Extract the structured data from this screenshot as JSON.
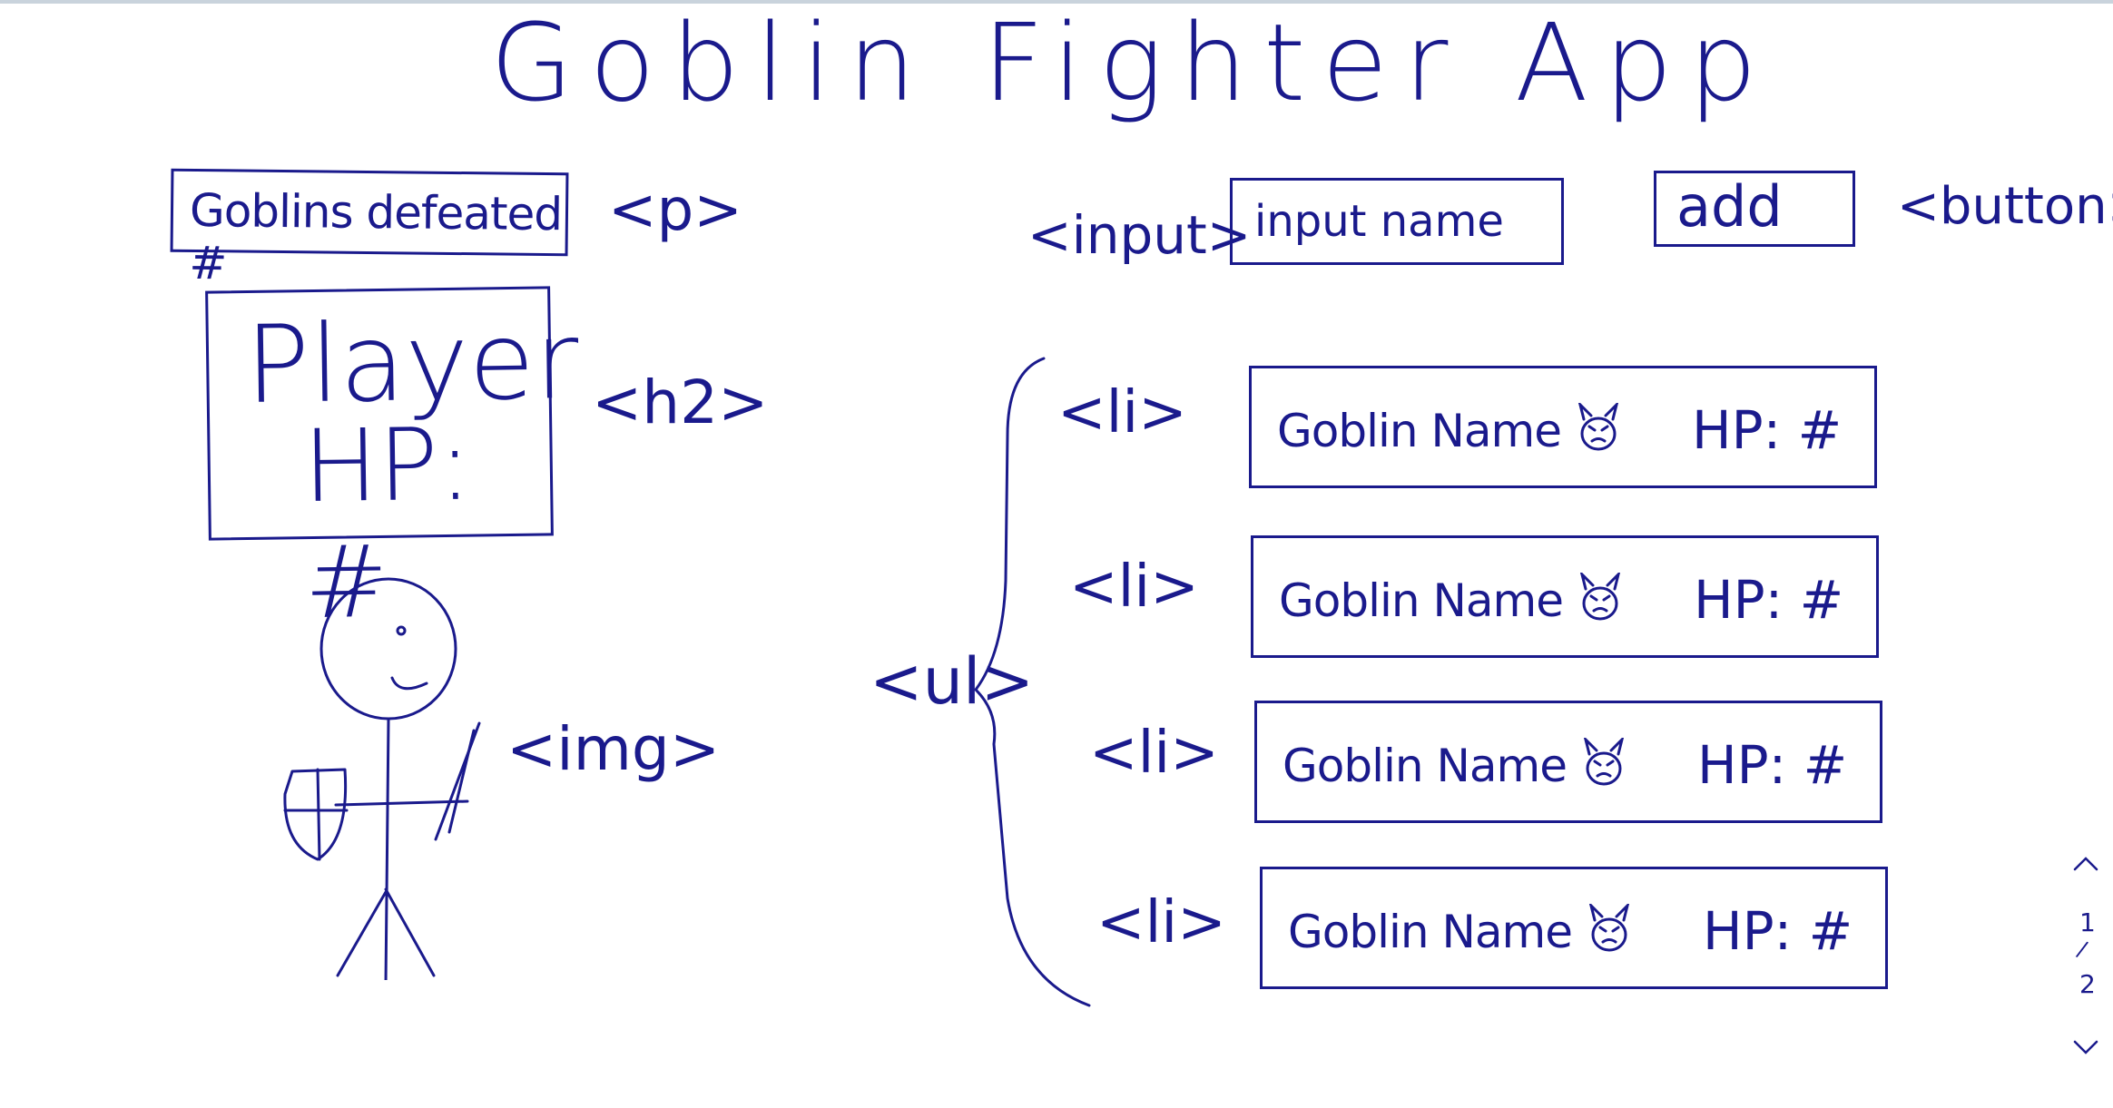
{
  "title": "Goblin Fighter App",
  "stats": {
    "goblins_defeated": "Goblins defeated #",
    "tag": "<p>"
  },
  "player": {
    "line1": "Player",
    "line2": "HP: #",
    "tag": "<h2>",
    "img_tag": "<img>"
  },
  "add_form": {
    "input_tag": "<input>",
    "input_placeholder": "input name",
    "button_label": "add",
    "button_tag": "<button>"
  },
  "goblin_list": {
    "ul_tag": "<ul>",
    "li_tag": "<li>",
    "items": [
      {
        "name": "Goblin Name",
        "hp": "HP: #"
      },
      {
        "name": "Goblin Name",
        "hp": "HP: #"
      },
      {
        "name": "Goblin Name",
        "hp": "HP: #"
      },
      {
        "name": "Goblin Name",
        "hp": "HP: #"
      }
    ]
  },
  "pager": {
    "current": "1",
    "separator": "/",
    "total": "2"
  },
  "colors": {
    "ink": "#1a1a8c",
    "background": "#ffffff"
  }
}
